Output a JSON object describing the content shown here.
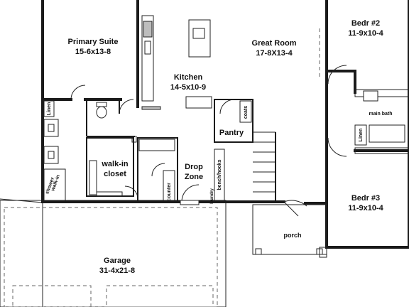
{
  "rooms": {
    "primary_suite": {
      "name": "Primary Suite",
      "dims": "15-6x13-8"
    },
    "kitchen": {
      "name": "Kitchen",
      "dims": "14-5x10-9"
    },
    "great_room": {
      "name": "Great Room",
      "dims": "17-8X13-4"
    },
    "bedr2": {
      "name": "Bedr #2",
      "dims": "11-9x10-4"
    },
    "bedr3": {
      "name": "Bedr #3",
      "dims": "11-9x10-4"
    },
    "walkin_closet": {
      "line1": "walk-in",
      "line2": "closet"
    },
    "drop_zone": {
      "line1": "Drop",
      "line2": "Zone"
    },
    "pantry": {
      "name": "Pantry"
    },
    "porch": {
      "name": "porch"
    },
    "garage": {
      "name": "Garage",
      "dims": "31-4x21-8"
    }
  },
  "small_labels": {
    "linen_primary": "Linen",
    "walkin_shower_1": "walk-in",
    "walkin_shower_2": "shower",
    "coats": "coats",
    "main_bath": "main bath",
    "linen_hall": "Linen",
    "benches_hooks": "bench/hooks",
    "counter": "counter",
    "laundry": "laundry"
  }
}
